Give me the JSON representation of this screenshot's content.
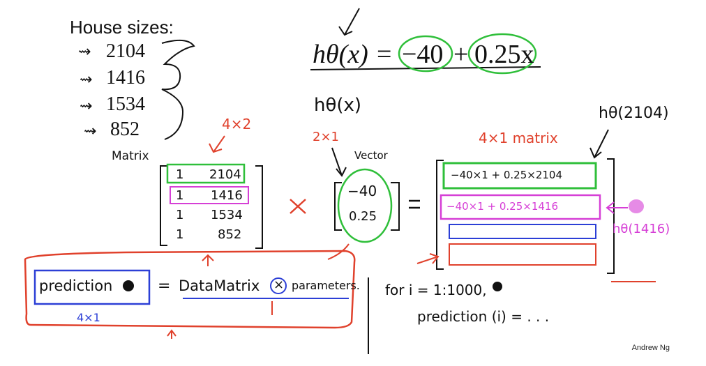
{
  "title": "House sizes:",
  "house_sizes": [
    "2104",
    "1416",
    "1534",
    "852"
  ],
  "hypothesis": {
    "lhs": "hθ(x)",
    "equals": "=",
    "theta0": "−40",
    "plus": "+",
    "theta1_term": "0.25x",
    "handwritten": "hθ(x)"
  },
  "labels": {
    "matrix": "Matrix",
    "matrix_dim": "4×2",
    "vector": "Vector",
    "vector_dim": "2×1",
    "result_dim": "4×1 matrix",
    "h2104": "hθ(2104)",
    "h1416": "hθ(1416)",
    "times": "×",
    "equals": "="
  },
  "data_matrix": [
    [
      "1",
      "2104"
    ],
    [
      "1",
      "1416"
    ],
    [
      "1",
      "1534"
    ],
    [
      "1",
      "852"
    ]
  ],
  "param_vector": [
    "−40",
    "0.25"
  ],
  "result_rows": [
    "−40×1 + 0.25×2104",
    "−40×1 + 0.25×1416",
    "",
    ""
  ],
  "code": {
    "prediction": "prediction",
    "eq": "=",
    "data_matrix": "DataMatrix",
    "times": "×",
    "parameters": "parameters.",
    "dim": "4×1",
    "loop_line1": "for i = 1:1000,",
    "loop_line2": "prediction (i) = . . ."
  },
  "credit": "Andrew Ng",
  "colors": {
    "red": "#e0412c",
    "green": "#2fbf3a",
    "pink": "#d63fd6",
    "blue": "#2c3fd6",
    "ink": "#111111"
  }
}
